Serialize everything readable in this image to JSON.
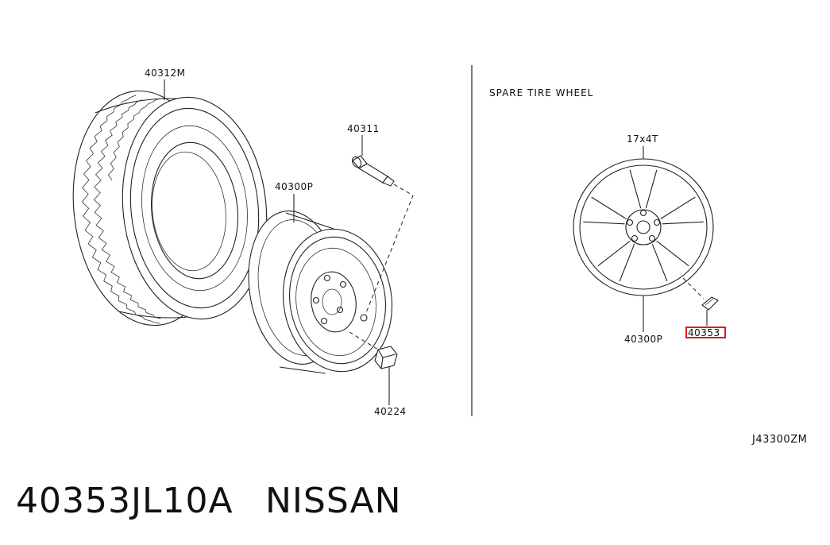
{
  "parts": {
    "tire": "40312M",
    "valve": "40311",
    "steel_wheel": "40300P",
    "wheel_nut": "40224",
    "alloy_wheel": "40300P",
    "ornament": "40353"
  },
  "spare_section": {
    "title": "SPARE TIRE WHEEL",
    "wheel_size": "17x4T"
  },
  "diagram_code": "J43300ZM",
  "highlight_color": "#e01b1b",
  "footer": {
    "part_number": "40353JL10A",
    "brand": "NISSAN"
  }
}
